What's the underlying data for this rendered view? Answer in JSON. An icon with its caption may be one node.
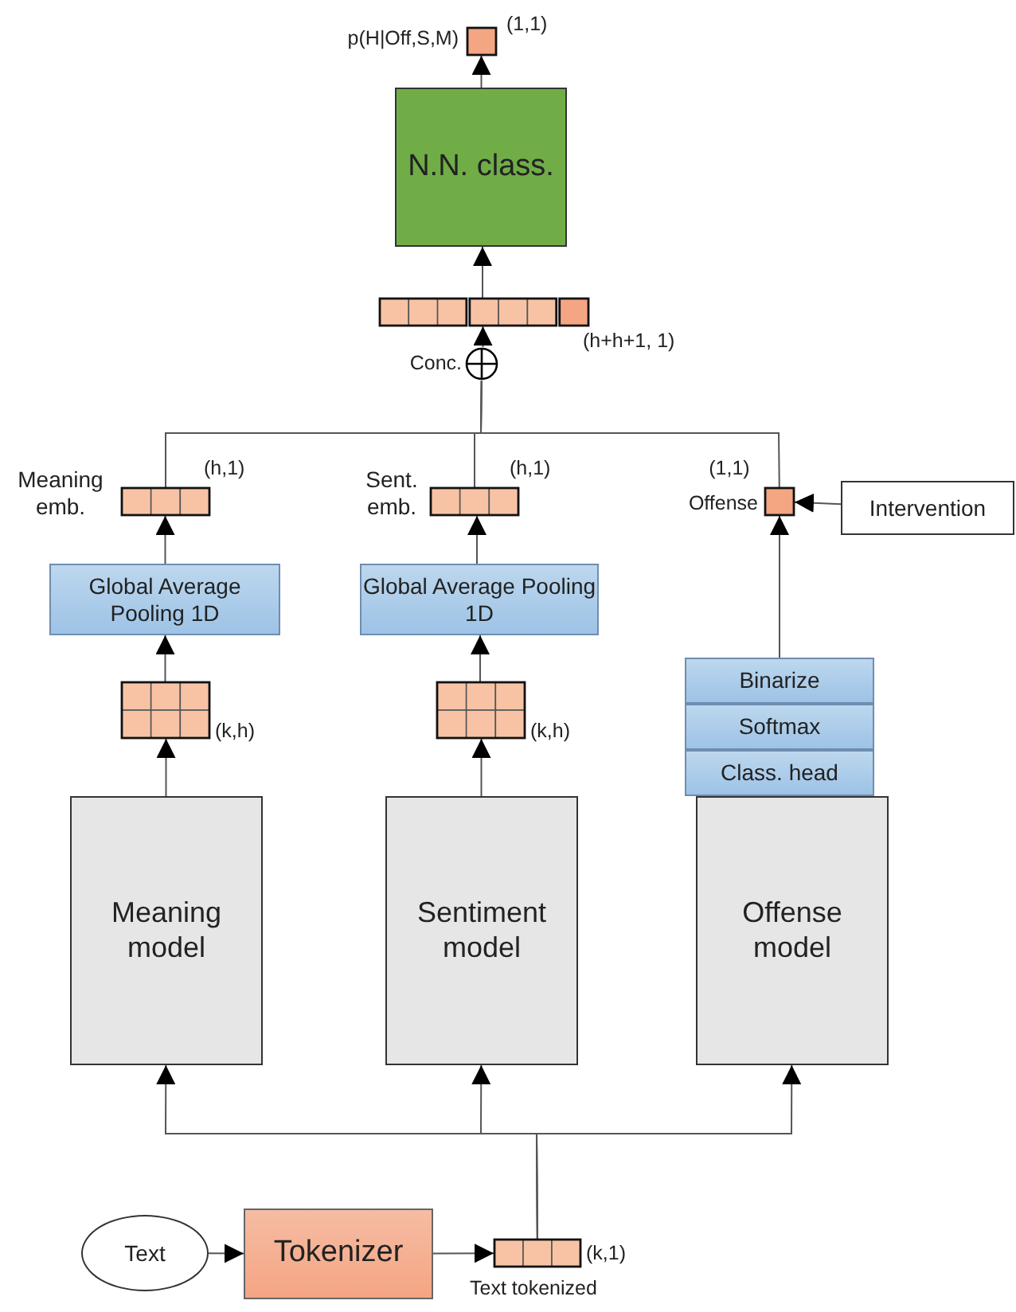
{
  "diagram": {
    "nodes": [
      {
        "text": [],
        "shape": "box",
        "beside": [
          "p(H|Off,S,M)",
          "(1,1)"
        ]
      },
      {
        "text": [
          "N.N. class."
        ]
      },
      {
        "text": [],
        "shape": "box",
        "beside": [
          "(h+h+1, 1)"
        ]
      },
      {
        "text": [],
        "shape": "circle",
        "beside": [
          "Conc."
        ]
      },
      {
        "text": [],
        "shape": "box",
        "beside": [
          "Meaning emb.",
          "(h,1)"
        ]
      },
      {
        "text": [],
        "shape": "box",
        "beside": [
          "Sent. emb.",
          "(h,1)"
        ]
      },
      {
        "text": [],
        "shape": "box",
        "beside": [
          "(1,1)",
          "Offense"
        ]
      },
      {
        "text": [
          "Intervention"
        ]
      },
      {
        "text": [
          "Global Average Pooling 1D"
        ]
      },
      {
        "text": [
          "Global Average Pooling 1D"
        ]
      },
      {
        "text": [
          "Binarize"
        ]
      },
      {
        "text": [
          "Softmax"
        ]
      },
      {
        "text": [
          "Class. head"
        ]
      },
      {
        "text": [],
        "shape": "box",
        "beside": [
          "(k,h)"
        ]
      },
      {
        "text": [],
        "shape": "box",
        "beside": [
          "(k,h)"
        ]
      },
      {
        "text": [
          "Meaning model"
        ]
      },
      {
        "text": [
          "Sentiment model"
        ]
      },
      {
        "text": [
          "Offense model"
        ]
      },
      {
        "text": [
          "Text"
        ]
      },
      {
        "text": [
          "Tokenizer"
        ]
      },
      {
        "text": [],
        "shape": "box",
        "beside": [
          "(k,1)",
          "Text tokenized"
        ]
      }
    ],
    "edges": [
      {
        "from": 1,
        "to": 0,
        "arrow": "to"
      },
      {
        "from": 2,
        "to": 1,
        "arrow": "to"
      },
      {
        "from": 3,
        "to": 2,
        "arrow": "to"
      },
      {
        "from": 4,
        "to": 3,
        "arrow": "none"
      },
      {
        "from": 5,
        "to": 3,
        "arrow": "none"
      },
      {
        "from": 6,
        "to": 3,
        "arrow": "none"
      },
      {
        "from": 7,
        "to": 6,
        "arrow": "to"
      },
      {
        "from": 8,
        "to": 4,
        "arrow": "to"
      },
      {
        "from": 9,
        "to": 5,
        "arrow": "to"
      },
      {
        "from": 10,
        "to": 6,
        "arrow": "to"
      },
      {
        "from": 13,
        "to": 8,
        "arrow": "to"
      },
      {
        "from": 14,
        "to": 9,
        "arrow": "to"
      },
      {
        "from": 15,
        "to": 13,
        "arrow": "to"
      },
      {
        "from": 16,
        "to": 14,
        "arrow": "to"
      },
      {
        "from": 20,
        "to": 15,
        "arrow": "to"
      },
      {
        "from": 20,
        "to": 16,
        "arrow": "to"
      },
      {
        "from": 20,
        "to": 17,
        "arrow": "to"
      },
      {
        "from": 18,
        "to": 19,
        "arrow": "to"
      },
      {
        "from": 19,
        "to": 20,
        "arrow": "to"
      }
    ]
  }
}
